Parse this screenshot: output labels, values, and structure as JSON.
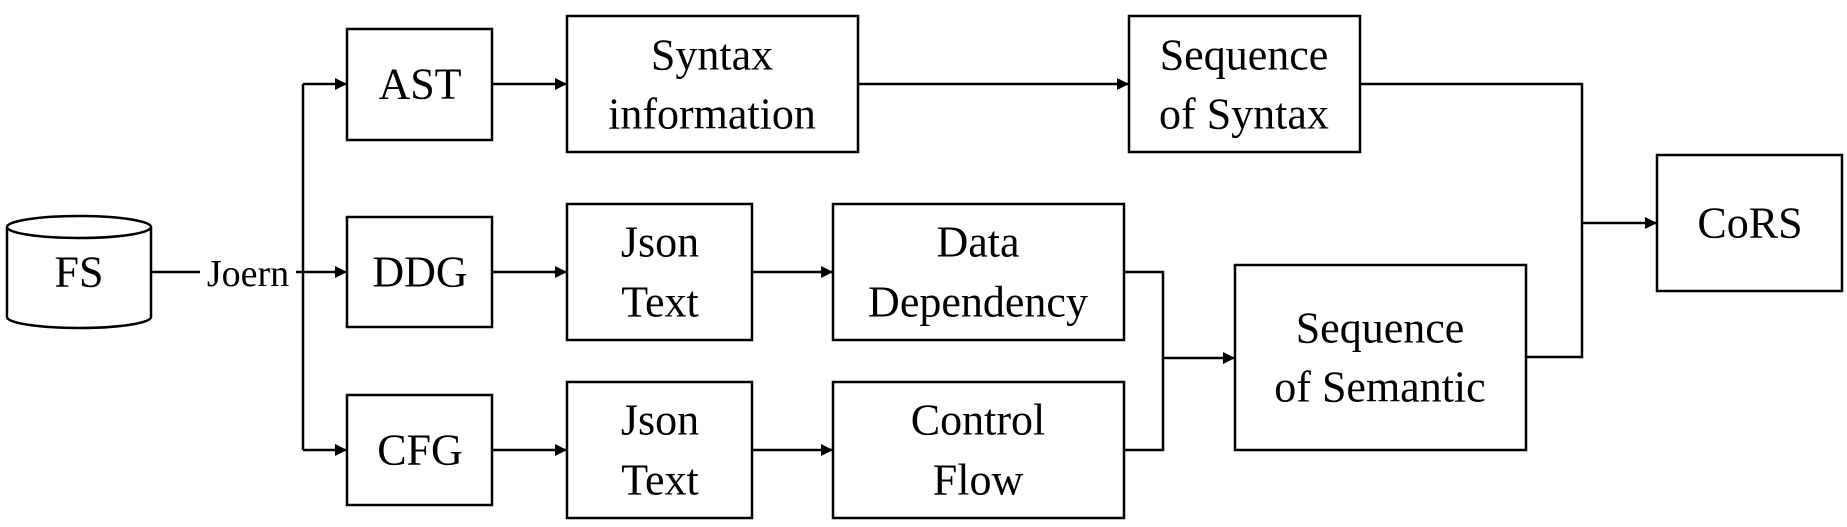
{
  "nodes": {
    "fs": "FS",
    "ast": "AST",
    "ddg": "DDG",
    "cfg": "CFG",
    "syntax_info": [
      "Syntax",
      "information"
    ],
    "json_text_ddg": [
      "Json",
      "Text"
    ],
    "json_text_cfg": [
      "Json",
      "Text"
    ],
    "data_dependency": [
      "Data",
      "Dependency"
    ],
    "control_flow": [
      "Control",
      "Flow"
    ],
    "seq_syntax": [
      "Sequence",
      "of Syntax"
    ],
    "seq_semantic": [
      "Sequence",
      "of Semantic"
    ],
    "cors": "CoRS"
  },
  "edge_labels": {
    "joern": "Joern"
  },
  "colors": {
    "stroke": "#000000",
    "fill": "#ffffff"
  }
}
